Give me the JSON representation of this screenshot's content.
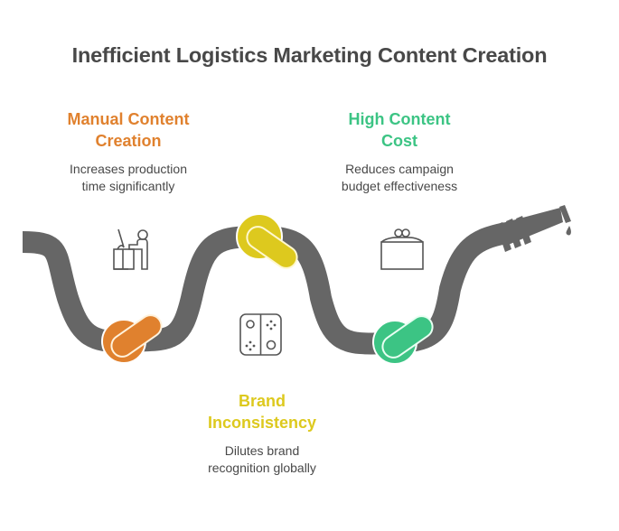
{
  "title": "Inefficient Logistics Marketing Content Creation",
  "colors": {
    "hose": "#666666",
    "text_dark": "#484848",
    "orange": "#E0812E",
    "yellow": "#DDC91E",
    "green": "#3CC484",
    "icon_stroke": "#555555"
  },
  "items": [
    {
      "heading_line1": "Manual Content",
      "heading_line2": "Creation",
      "desc_line1": "Increases production",
      "desc_line2": "time significantly",
      "color": "#E0812E",
      "icon": "person-at-desk-icon"
    },
    {
      "heading_line1": "High Content",
      "heading_line2": "Cost",
      "desc_line1": "Reduces campaign",
      "desc_line2": "budget effectiveness",
      "color": "#3CC484",
      "icon": "money-box-icon"
    },
    {
      "heading_line1": "Brand",
      "heading_line2": "Inconsistency",
      "desc_line1": "Dilutes brand",
      "desc_line2": "recognition globally",
      "color": "#DDC91E",
      "icon": "game-controller-icon"
    }
  ]
}
